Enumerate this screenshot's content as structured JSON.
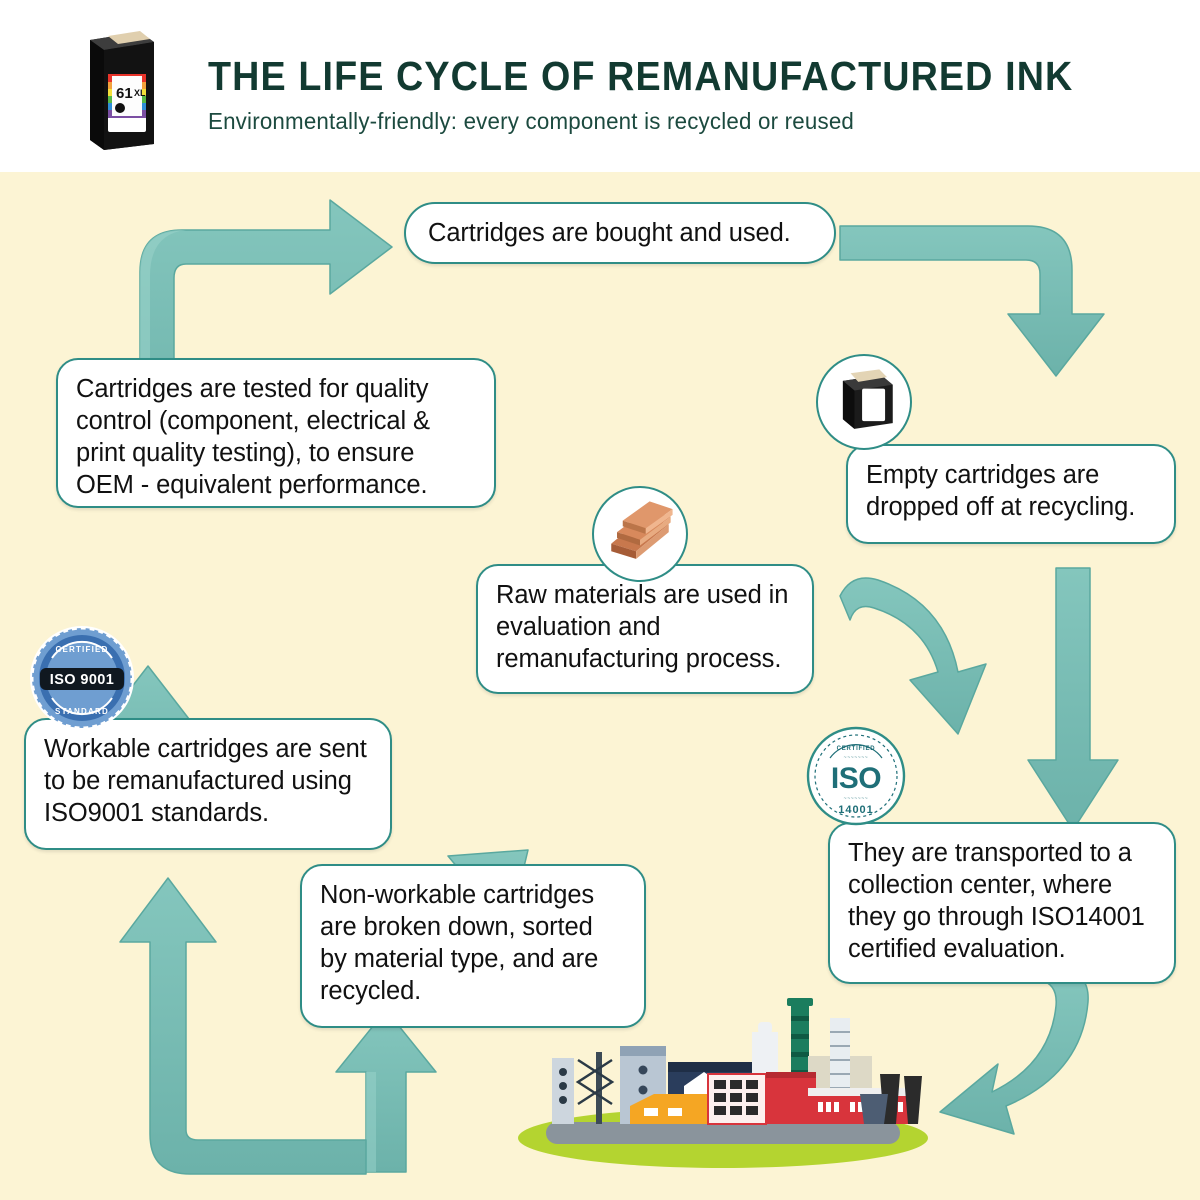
{
  "header": {
    "title": "THE LIFE CYCLE OF REMANUFACTURED INK",
    "subtitle": "Environmentally-friendly: every component is recycled or reused",
    "cartridge_icon": "ink-cartridge-color-61xl",
    "cartridge_label": "61XL"
  },
  "colors": {
    "background": "#fcf4d4",
    "header_background": "#ffffff",
    "title_text": "#123a31",
    "arrow": "#76bdb4",
    "arrow_shade": "#5fa9a1",
    "box_border": "#2f8d86",
    "box_fill": "#ffffff",
    "body_text": "#111111",
    "badge_blue": "#3a6fb0",
    "badge_teal": "#1f6f78",
    "factory_ground": "#b4d430",
    "factory_red": "#d8343c",
    "factory_navy": "#2a3d5c"
  },
  "steps": [
    {
      "id": "bought-and-used",
      "text": "Cartridges are bought and used.",
      "icon": null
    },
    {
      "id": "empty-dropped-off",
      "text": "Empty cartridges are dropped off at recycling.",
      "icon": "ink-cartridge-black"
    },
    {
      "id": "transported-collection-center",
      "text": "They are transported to a collection center, where they go through ISO14001 certified evaluation.",
      "icon": "iso-14001-badge"
    },
    {
      "id": "non-workable-recycled",
      "text": "Non-workable cartridges are broken down, sorted by material type, and are recycled.",
      "icon": null
    },
    {
      "id": "workable-remanufactured",
      "text": "Workable cartridges are sent to be remanufactured using ISO9001 standards.",
      "icon": "iso-9001-badge"
    },
    {
      "id": "raw-materials",
      "text": "Raw materials are used in evaluation and remanufacturing process.",
      "icon": "lumber-stack"
    },
    {
      "id": "quality-control-testing",
      "text": "Cartridges are tested for quality control (component, electrical & print quality testing), to ensure OEM - equivalent performance.",
      "icon": null
    }
  ],
  "badges": {
    "iso9001": {
      "name": "ISO 9001",
      "label": "ISO 9001",
      "top_text": "CERTIFIED",
      "bottom_text": "STANDARD"
    },
    "iso14001": {
      "name": "ISO 14001",
      "label": "ISO",
      "number": "14001"
    }
  },
  "illustrations": {
    "factory": "factory-plant-scene"
  },
  "arrows": [
    {
      "id": "arrow-to-bought",
      "direction": "right",
      "shape": "elbow-up-right"
    },
    {
      "id": "arrow-to-empty",
      "direction": "down",
      "shape": "elbow-right-down"
    },
    {
      "id": "arrow-to-transport-curve",
      "direction": "down-right",
      "shape": "curve"
    },
    {
      "id": "arrow-to-transport-straight",
      "direction": "down",
      "shape": "straight"
    },
    {
      "id": "arrow-to-factory",
      "direction": "down-left",
      "shape": "curve"
    },
    {
      "id": "arrow-to-nonworkable",
      "direction": "up",
      "shape": "elbow-left-up"
    },
    {
      "id": "arrow-to-raw-materials",
      "direction": "up-right",
      "shape": "curve"
    },
    {
      "id": "arrow-to-workable",
      "direction": "up",
      "shape": "elbow-up"
    },
    {
      "id": "arrow-to-quality",
      "direction": "up",
      "shape": "straight"
    }
  ]
}
